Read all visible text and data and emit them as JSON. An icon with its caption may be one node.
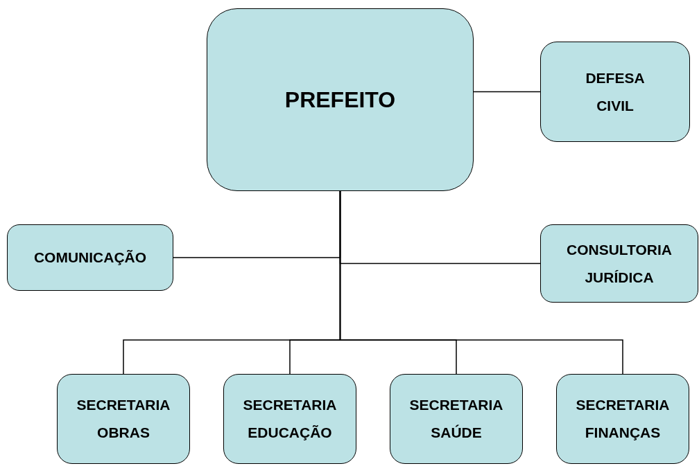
{
  "diagram": {
    "nodes": [
      {
        "text": [
          "PREFEITO"
        ]
      },
      {
        "text": [
          "DEFESA CIVIL"
        ]
      },
      {
        "text": [
          "COMUNICAÇÃO"
        ]
      },
      {
        "text": [
          "CONSULTORIA JURÍDICA"
        ]
      },
      {
        "text": [
          "SECRETARIA OBRAS"
        ]
      },
      {
        "text": [
          "SECRETARIA EDUCAÇÃO"
        ]
      },
      {
        "text": [
          "SECRETARIA SAÚDE"
        ]
      },
      {
        "text": [
          "SECRETARIA FINANÇAS"
        ]
      }
    ],
    "edges": [
      {
        "from": 0,
        "to": 1,
        "arrow": "none"
      },
      {
        "from": 0,
        "to": 2,
        "arrow": "none"
      },
      {
        "from": 0,
        "to": 3,
        "arrow": "none"
      },
      {
        "from": 0,
        "to": 4,
        "arrow": "none"
      },
      {
        "from": 0,
        "to": 5,
        "arrow": "none"
      },
      {
        "from": 0,
        "to": 6,
        "arrow": "none"
      },
      {
        "from": 0,
        "to": 7,
        "arrow": "none"
      }
    ]
  }
}
